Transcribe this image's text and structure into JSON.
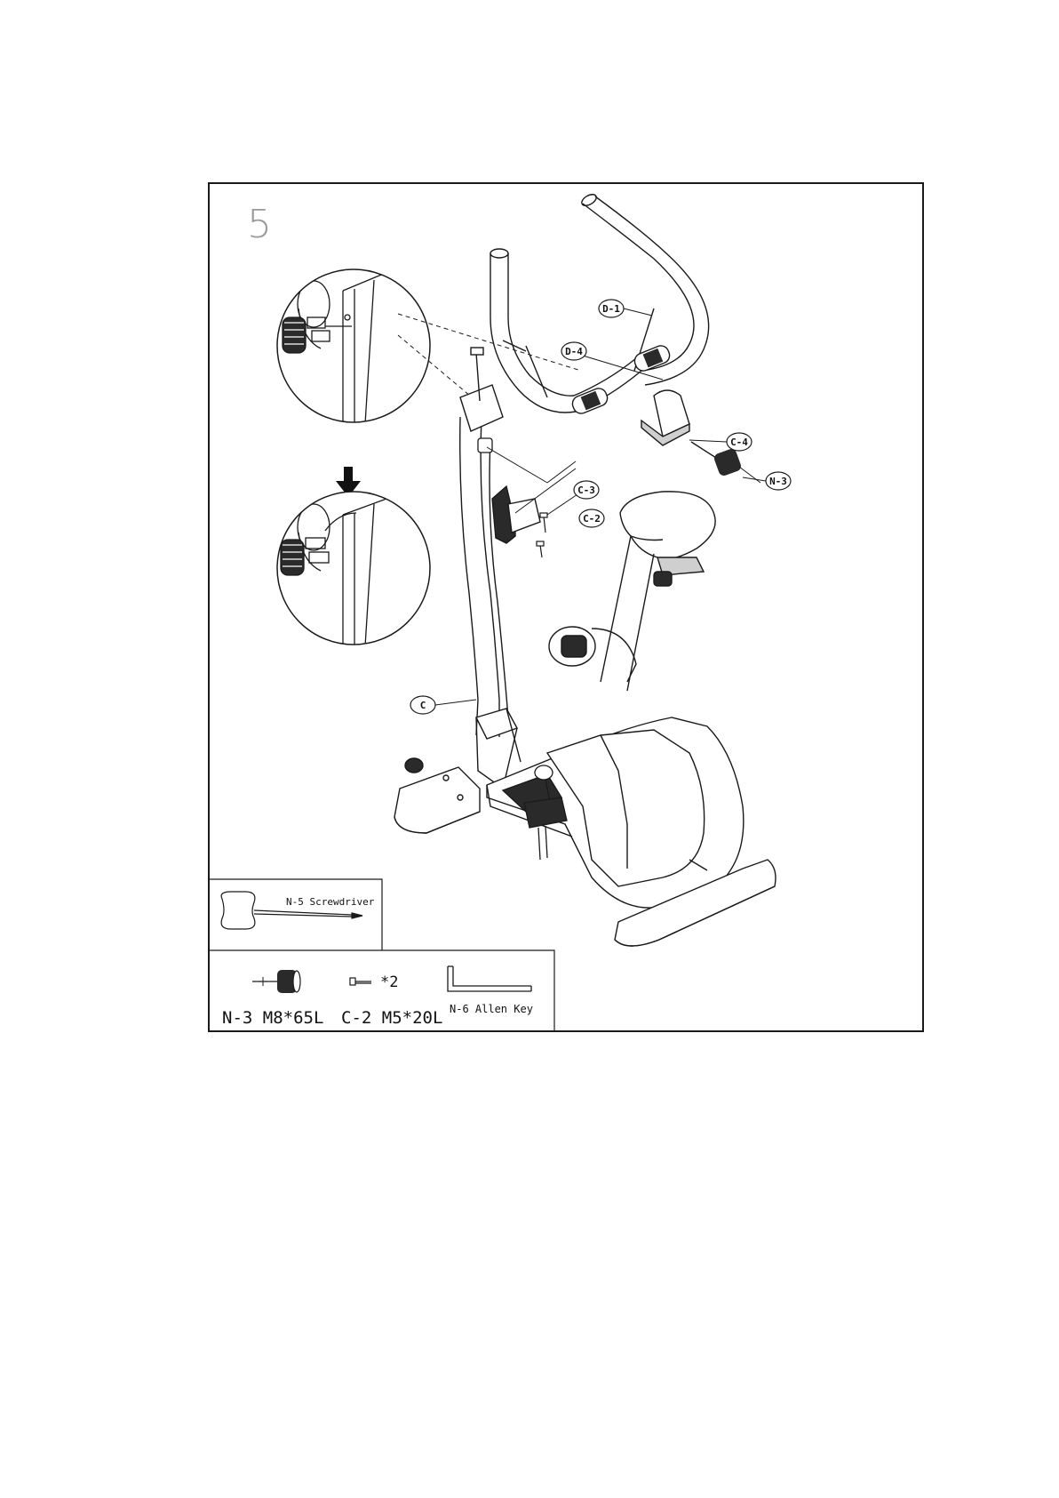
{
  "step": {
    "number": "5"
  },
  "callouts": {
    "d1": "D-1",
    "d4": "D-4",
    "c4": "C-4",
    "n3": "N-3",
    "c3": "C-3",
    "c2": "C-2",
    "c": "C"
  },
  "tools": {
    "screwdriver": "N-5 Screwdriver",
    "knob": "N-3  M8*65L",
    "screw_qty": "*2",
    "screw": "C-2 M5*20L",
    "allen": "N-6 Allen Key"
  },
  "colors": {
    "line": "#1a1a1a",
    "fill_dark": "#2a2a2a",
    "fill_mid": "#cfcfcf",
    "step_gray": "#9a9a9a"
  }
}
